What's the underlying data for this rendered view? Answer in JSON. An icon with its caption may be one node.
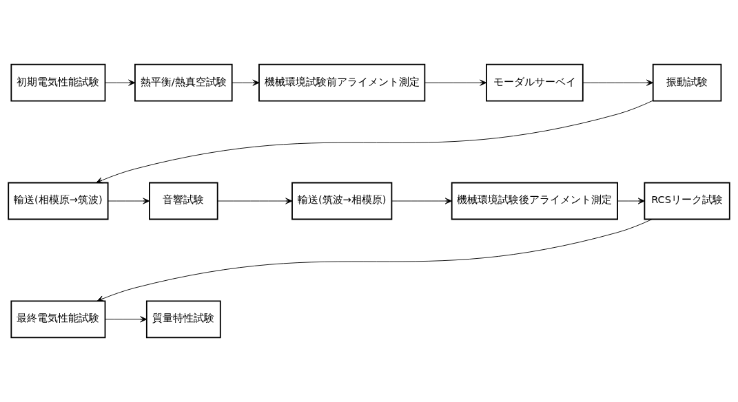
{
  "diagram": {
    "nodes": [
      {
        "text": [
          "初期電気性能試験"
        ]
      },
      {
        "text": [
          "熱平衡/熱真空試験"
        ]
      },
      {
        "text": [
          "機械環境試験前アライメント測定"
        ]
      },
      {
        "text": [
          "モーダルサーベイ"
        ]
      },
      {
        "text": [
          "振動試験"
        ]
      },
      {
        "text": [
          "輸送(相模原→筑波)"
        ]
      },
      {
        "text": [
          "音響試験"
        ]
      },
      {
        "text": [
          "輸送(筑波→相模原)"
        ]
      },
      {
        "text": [
          "機械環境試験後アライメント測定"
        ]
      },
      {
        "text": [
          "RCSリーク試験"
        ]
      },
      {
        "text": [
          "最終電気性能試験"
        ]
      },
      {
        "text": [
          "質量特性試験"
        ]
      }
    ],
    "edges": [
      {
        "from": 0,
        "to": 1,
        "arrow": "to"
      },
      {
        "from": 1,
        "to": 2,
        "arrow": "to"
      },
      {
        "from": 2,
        "to": 3,
        "arrow": "to"
      },
      {
        "from": 3,
        "to": 4,
        "arrow": "to"
      },
      {
        "from": 4,
        "to": 5,
        "arrow": "to"
      },
      {
        "from": 5,
        "to": 6,
        "arrow": "to"
      },
      {
        "from": 6,
        "to": 7,
        "arrow": "to"
      },
      {
        "from": 7,
        "to": 8,
        "arrow": "to"
      },
      {
        "from": 8,
        "to": 9,
        "arrow": "to"
      },
      {
        "from": 9,
        "to": 10,
        "arrow": "to"
      },
      {
        "from": 10,
        "to": 11,
        "arrow": "to"
      }
    ]
  }
}
